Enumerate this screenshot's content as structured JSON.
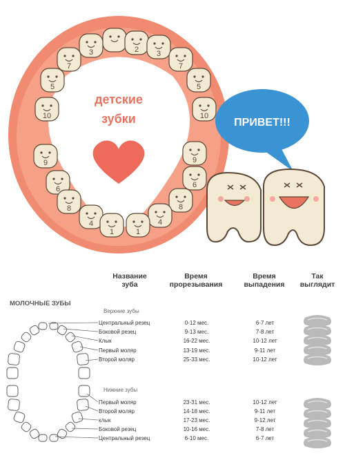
{
  "title_lines": [
    "детские",
    "зубки"
  ],
  "speech_text": "ПРИВЕТ!!!",
  "upper_arch_numbers": [
    "3",
    "2",
    "2",
    "3",
    "7",
    "7",
    "5",
    "5",
    "10",
    "10"
  ],
  "lower_arch_numbers": [
    "9",
    "9",
    "6",
    "6",
    "8",
    "8",
    "4",
    "4",
    "1",
    "1"
  ],
  "headers": {
    "name": [
      "Название",
      "зуба"
    ],
    "eruption": [
      "Время",
      "прорезывания"
    ],
    "loss": [
      "Время",
      "выпадения"
    ],
    "look": [
      "Так",
      "выглядит"
    ]
  },
  "section_title": "МОЛОЧНЫЕ ЗУБЫ",
  "upper_label": "Верхние зубы",
  "lower_label": "Нижние зубы",
  "upper_teeth": [
    {
      "name": "Центральный резец",
      "erupt": "0-12 мес.",
      "loss": "6-7 лет"
    },
    {
      "name": "Боковой резец",
      "erupt": "9-13 мес.",
      "loss": "7-8 лет"
    },
    {
      "name": "Клык",
      "erupt": "16-22 мес.",
      "loss": "10-12 лет"
    },
    {
      "name": "Первый моляр",
      "erupt": "13-19 мес.",
      "loss": "9-11 лет"
    },
    {
      "name": "Второй моляр",
      "erupt": "25-33 мес.",
      "loss": "10-12 лет"
    }
  ],
  "lower_teeth": [
    {
      "name": "Первый моляр",
      "erupt": "23-31 мес.",
      "loss": "10-12 лет"
    },
    {
      "name": "Второй моляр",
      "erupt": "14-18 мес.",
      "loss": "9-11 лет"
    },
    {
      "name": "клык",
      "erupt": "17-23 мес.",
      "loss": "9-12 лет"
    },
    {
      "name": "Боковой резец",
      "erupt": "10-16 мес.",
      "loss": "7-8 лет"
    },
    {
      "name": "Центральный резец",
      "erupt": "6-10 мес.",
      "loss": "6-7 лет"
    }
  ],
  "colors": {
    "gum": "#f08a70",
    "inner": "#ffffff",
    "tooth": "#f3ead4",
    "heart": "#ee6a5a",
    "bubble": "#3a93d2",
    "line": "#666666"
  }
}
